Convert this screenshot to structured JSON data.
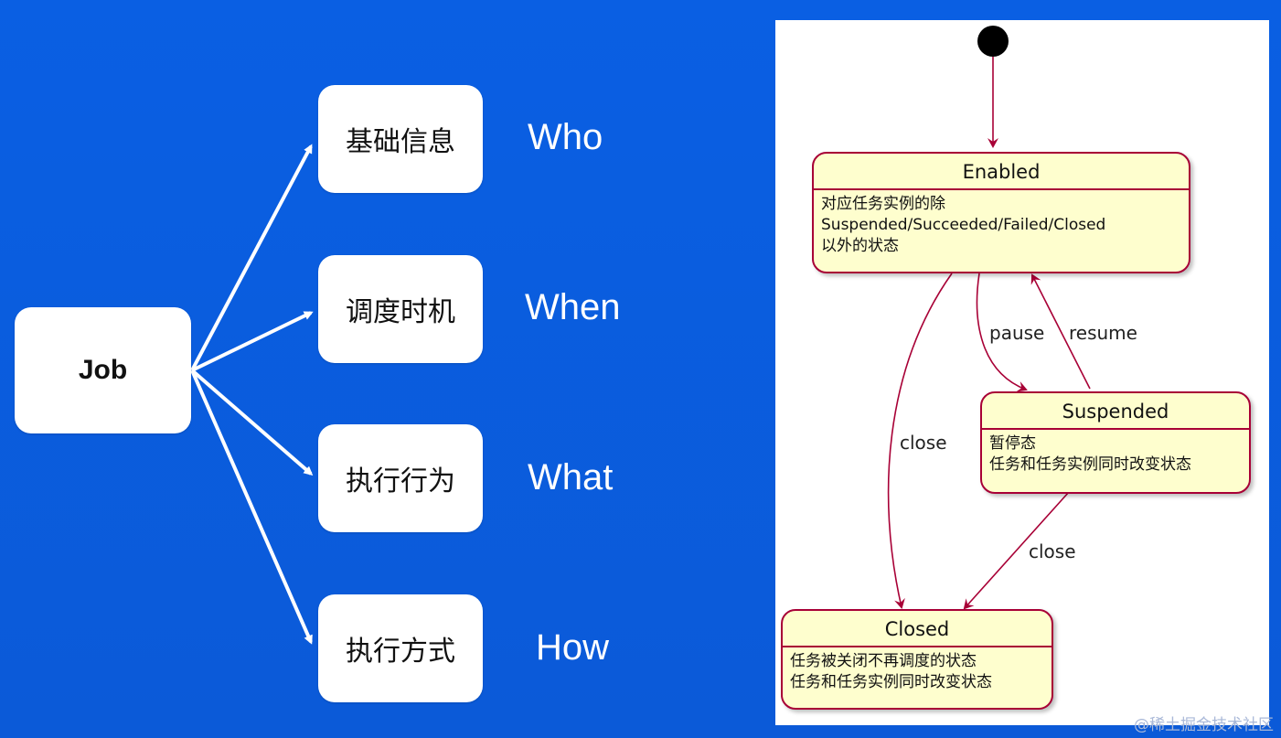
{
  "left_diagram": {
    "root": "Job",
    "aspects": [
      {
        "label": "基础信息",
        "question": "Who"
      },
      {
        "label": "调度时机",
        "question": "When"
      },
      {
        "label": "执行行为",
        "question": "What"
      },
      {
        "label": "执行方式",
        "question": "How"
      }
    ],
    "arrow_color": "#ffffff"
  },
  "state_diagram": {
    "states": {
      "enabled": {
        "title": "Enabled",
        "desc": [
          "对应任务实例的除",
          "Suspended/Succeeded/Failed/Closed",
          "以外的状态"
        ]
      },
      "suspended": {
        "title": "Suspended",
        "desc": [
          "暂停态",
          "任务和任务实例同时改变状态"
        ]
      },
      "closed": {
        "title": "Closed",
        "desc": [
          "任务被关闭不再调度的状态",
          "任务和任务实例同时改变状态"
        ]
      }
    },
    "transitions": {
      "pause": "pause",
      "resume": "resume",
      "close_from_enabled": "close",
      "close_from_suspended": "close"
    },
    "colors": {
      "state_fill": "#fefece",
      "state_border": "#a80036",
      "arrow": "#a80036"
    }
  },
  "watermark": "@稀土掘金技术社区"
}
